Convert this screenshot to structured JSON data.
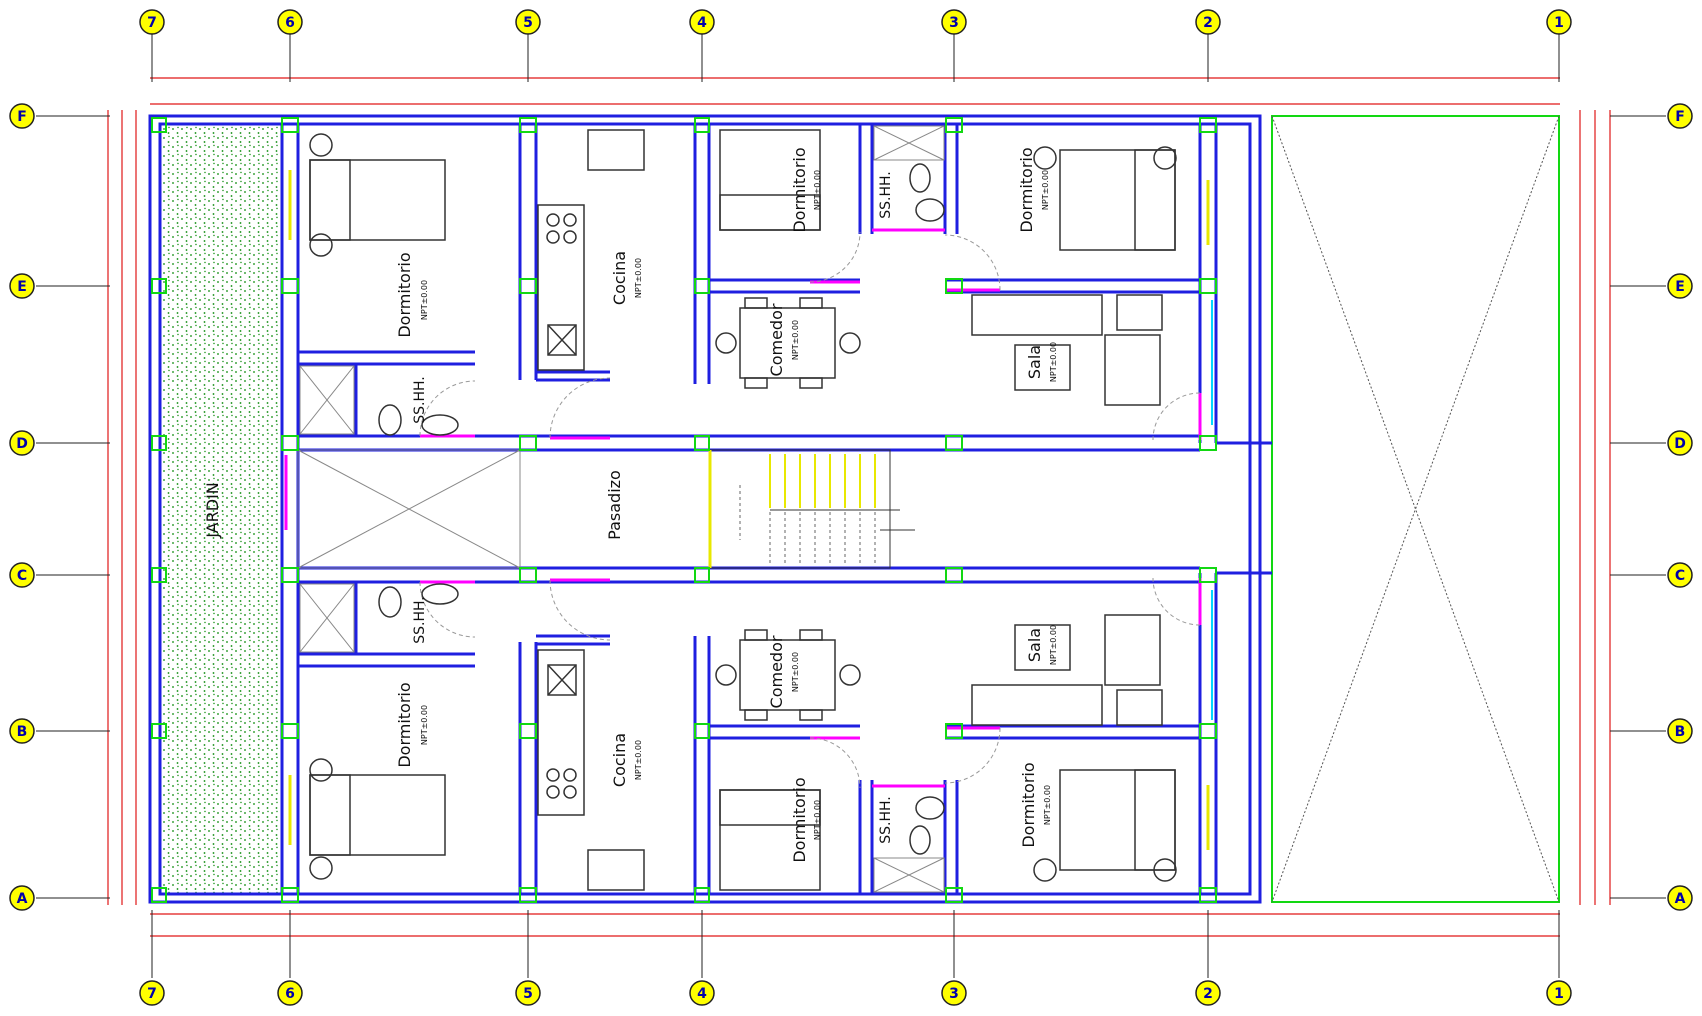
{
  "columns": [
    "7",
    "6",
    "5",
    "4",
    "3",
    "2",
    "1"
  ],
  "rows": [
    "F",
    "E",
    "D",
    "C",
    "B",
    "A"
  ],
  "rooms": {
    "jardin": "JARDIN",
    "pasadizo": "Pasadizo",
    "dormitorio": "Dormitorio",
    "cocina": "Cocina",
    "comedor": "Comedor",
    "sala": "Sala",
    "banio": "SS.HH.",
    "level": "NPT±0.00"
  },
  "colors": {
    "wall": "#1f1fe0",
    "dimension": "#e01818",
    "column": "#12d812",
    "grid_bubble": "#ffff00",
    "door": "#ff00ff",
    "garden": "#0a8a0a",
    "stair": "#e8e800",
    "window": "#00d8ff"
  }
}
